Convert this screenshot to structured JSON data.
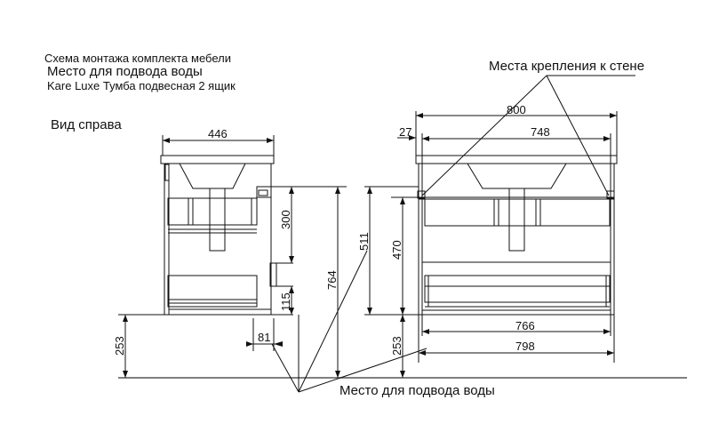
{
  "header": {
    "scheme_title": "Схема монтажа комплекта мебели",
    "water_title": "Место для подвода воды",
    "product_name": "Kare Luxe Тумба подвесная 2 ящик"
  },
  "side_view": {
    "label": "Вид справа",
    "dims": {
      "width": "446",
      "pipe_height": "300",
      "total_height": "764",
      "drain_height": "115",
      "floor_gap": "253",
      "pipe_offset": "81"
    }
  },
  "front_view": {
    "wall_mount_label": "Места крепления к стене",
    "dims": {
      "overall_width": "800",
      "side_offset": "27",
      "mount_span": "748",
      "height_total": "511",
      "body_height": "470",
      "floor_gap": "253",
      "inner_width": "766",
      "body_width": "798"
    }
  },
  "footer": {
    "water_supply_label": "Место для подвода воды"
  },
  "colors": {
    "line": "#111111",
    "floor_line": "#555555",
    "background": "#ffffff"
  }
}
